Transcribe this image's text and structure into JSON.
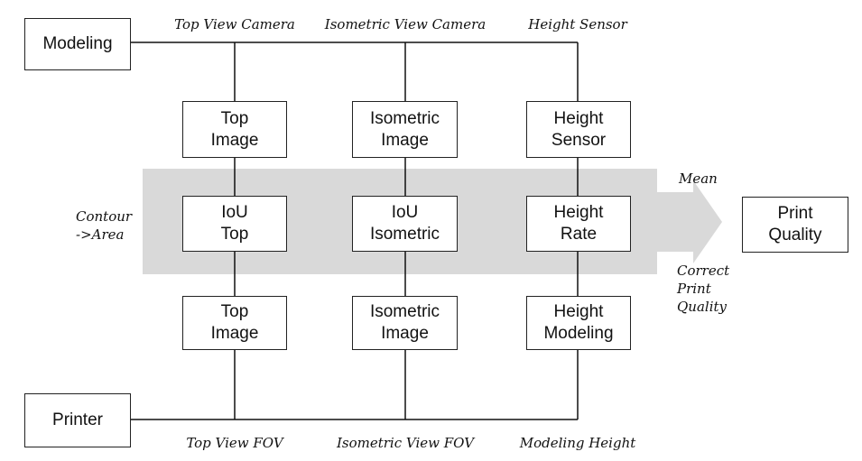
{
  "diagram": {
    "colors": {
      "band": "#d9d9d9",
      "arrow": "#d9d9d9",
      "line": "#111111"
    },
    "nodes": {
      "modeling": "Modeling",
      "printer": "Printer",
      "top_image_upper": "Top\nImage",
      "isometric_image_upper": "Isometric\nImage",
      "height_sensor": "Height\nSensor",
      "iou_top": "IoU\nTop",
      "iou_isometric": "IoU\nIsometric",
      "height_rate": "Height\nRate",
      "top_image_lower": "Top\nImage",
      "isometric_image_lower": "Isometric\nImage",
      "height_modeling": "Height\nModeling",
      "print_quality": "Print\nQuality"
    },
    "top_labels": {
      "top_view_camera": "Top View Camera",
      "isometric_view_camera": "Isometric View Camera",
      "height_sensor": "Height Sensor"
    },
    "bottom_labels": {
      "top_view_fov": "Top View FOV",
      "isometric_view_fov": "Isometric View FOV",
      "modeling_height": "Modeling Height"
    },
    "side_labels": {
      "contour_area": "Contour\n->Area",
      "mean": "Mean",
      "correct_print_quality": "Correct\nPrint\nQuality"
    }
  }
}
